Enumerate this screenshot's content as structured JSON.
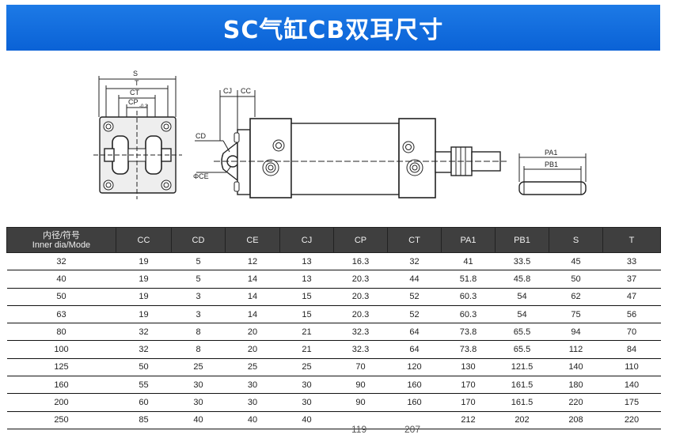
{
  "banner": {
    "title": "SC气缸CB双耳尺寸"
  },
  "drawing": {
    "labels": {
      "s": "S",
      "t": "T",
      "ct": "CT",
      "cp": "CP",
      "cp_tol": "-0.2",
      "cd": "CD",
      "ce": "ΦCE",
      "cj": "CJ",
      "cc": "CC",
      "pa1": "PA1",
      "pb1": "PB1"
    }
  },
  "table": {
    "headers": [
      "内径/符号\nInner dia/Mode",
      "CC",
      "CD",
      "CE",
      "CJ",
      "CP",
      "CT",
      "PA1",
      "PB1",
      "S",
      "T"
    ],
    "rows": [
      [
        "32",
        "19",
        "5",
        "12",
        "13",
        "16.3",
        "32",
        "41",
        "33.5",
        "45",
        "33"
      ],
      [
        "40",
        "19",
        "5",
        "14",
        "13",
        "20.3",
        "44",
        "51.8",
        "45.8",
        "50",
        "37"
      ],
      [
        "50",
        "19",
        "3",
        "14",
        "15",
        "20.3",
        "52",
        "60.3",
        "54",
        "62",
        "47"
      ],
      [
        "63",
        "19",
        "3",
        "14",
        "15",
        "20.3",
        "52",
        "60.3",
        "54",
        "75",
        "56"
      ],
      [
        "80",
        "32",
        "8",
        "20",
        "21",
        "32.3",
        "64",
        "73.8",
        "65.5",
        "94",
        "70"
      ],
      [
        "100",
        "32",
        "8",
        "20",
        "21",
        "32.3",
        "64",
        "73.8",
        "65.5",
        "112",
        "84"
      ],
      [
        "125",
        "50",
        "25",
        "25",
        "25",
        "70",
        "120",
        "130",
        "121.5",
        "140",
        "110"
      ],
      [
        "160",
        "55",
        "30",
        "30",
        "30",
        "90",
        "160",
        "170",
        "161.5",
        "180",
        "140"
      ],
      [
        "200",
        "60",
        "30",
        "30",
        "30",
        "90",
        "160",
        "170",
        "161.5",
        "220",
        "175"
      ],
      [
        "250",
        "85",
        "40",
        "40",
        "40",
        "",
        "",
        "212",
        "202",
        "208",
        "220"
      ]
    ]
  },
  "page_numbers": [
    "119",
    "207"
  ]
}
